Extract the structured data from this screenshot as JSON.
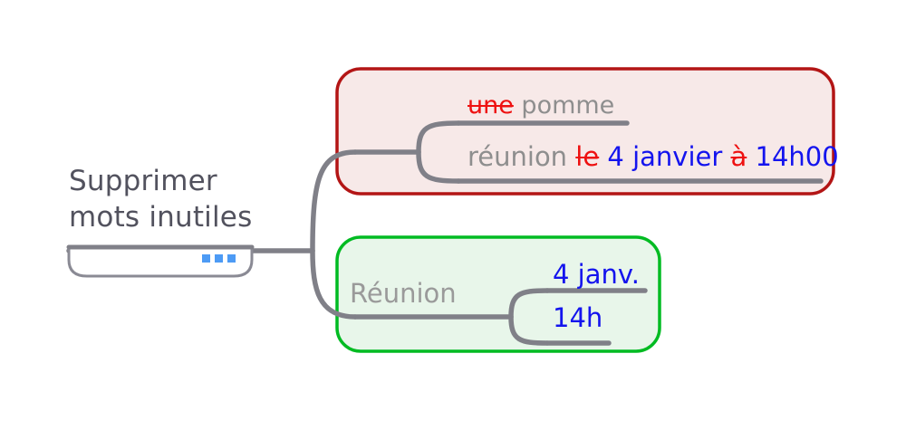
{
  "document": {
    "title": "Supprimer mots inutiles",
    "type": "mind-map"
  },
  "root": {
    "label": "Supprimer\nmots inutiles",
    "label_line1": "Supprimer",
    "label_line2": "mots inutiles",
    "dots_count": 3,
    "dot_color": "#4d9bf5",
    "text_color": "#52525e",
    "outline_color": "#8a8a94"
  },
  "branches": [
    {
      "id": "before",
      "box_border_color": "#b31515",
      "box_fill_color": "#f7e9e8",
      "items": [
        {
          "id": "pomme",
          "segments": [
            {
              "text": "une",
              "style": "strike-red"
            },
            {
              "text": " pomme",
              "style": "gray"
            }
          ],
          "plain": "une pomme"
        },
        {
          "id": "reunion-long",
          "segments": [
            {
              "text": "réunion ",
              "style": "gray"
            },
            {
              "text": "le",
              "style": "strike-red"
            },
            {
              "text": " 4 janvier ",
              "style": "blue"
            },
            {
              "text": "à",
              "style": "strike-red"
            },
            {
              "text": " 14h00",
              "style": "blue"
            }
          ],
          "plain": "réunion le 4 janvier à 14h00"
        }
      ]
    },
    {
      "id": "after",
      "box_border_color": "#00bb22",
      "box_fill_color": "#e8f6ea",
      "items": [
        {
          "id": "reunion",
          "segments": [
            {
              "text": "Réunion",
              "style": "gray"
            }
          ],
          "plain": "Réunion",
          "children": [
            {
              "id": "date",
              "segments": [
                {
                  "text": "4 janv.",
                  "style": "blue"
                }
              ],
              "plain": "4 janv."
            },
            {
              "id": "time",
              "segments": [
                {
                  "text": "14h",
                  "style": "blue"
                }
              ],
              "plain": "14h"
            }
          ]
        }
      ]
    }
  ],
  "palette": {
    "connector": "#808088",
    "strike_red": "#ee1111",
    "kept_blue": "#1414ee",
    "text_gray": "#8e8e8e",
    "root_text": "#52525e",
    "white": "#ffffff"
  }
}
